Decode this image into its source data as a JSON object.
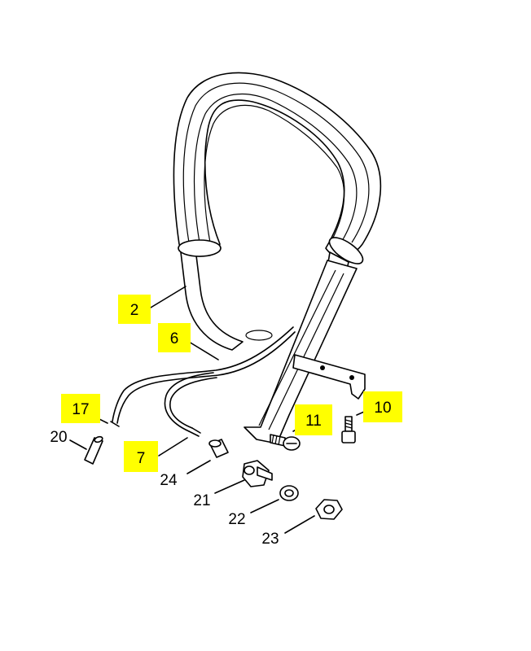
{
  "diagram": {
    "highlight_color": "#ffff00",
    "labels": [
      {
        "id": "2",
        "text": "2",
        "highlighted": true
      },
      {
        "id": "6",
        "text": "6",
        "highlighted": true
      },
      {
        "id": "17",
        "text": "17",
        "highlighted": true
      },
      {
        "id": "20",
        "text": "20",
        "highlighted": false
      },
      {
        "id": "7",
        "text": "7",
        "highlighted": true
      },
      {
        "id": "24",
        "text": "24",
        "highlighted": false
      },
      {
        "id": "11",
        "text": "11",
        "highlighted": true
      },
      {
        "id": "10",
        "text": "10",
        "highlighted": true
      },
      {
        "id": "21",
        "text": "21",
        "highlighted": false
      },
      {
        "id": "22",
        "text": "22",
        "highlighted": false
      },
      {
        "id": "23",
        "text": "23",
        "highlighted": false
      }
    ]
  }
}
